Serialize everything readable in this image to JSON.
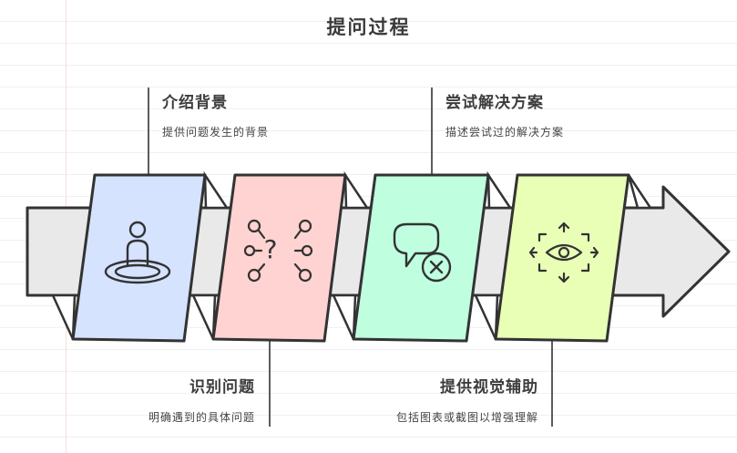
{
  "title": "提问过程",
  "steps": [
    {
      "title": "介绍背景",
      "desc": "提供问题发生的背景",
      "color": "#d5e3ff",
      "icon": "person-in-hole-icon"
    },
    {
      "title": "识别问题",
      "desc": "明确遇到的具体问题",
      "color": "#ffd3d1",
      "icon": "question-network-icon"
    },
    {
      "title": "尝试解决方案",
      "desc": "描述尝试过的解决方案",
      "color": "#bfffe0",
      "icon": "speech-bubble-x-icon"
    },
    {
      "title": "提供视觉辅助",
      "desc": "包括图表或截图以增强理解",
      "color": "#e9ffb6",
      "icon": "eye-arrows-icon"
    }
  ],
  "colors": {
    "arrow": "#e9e9e9",
    "stroke": "#333333"
  }
}
